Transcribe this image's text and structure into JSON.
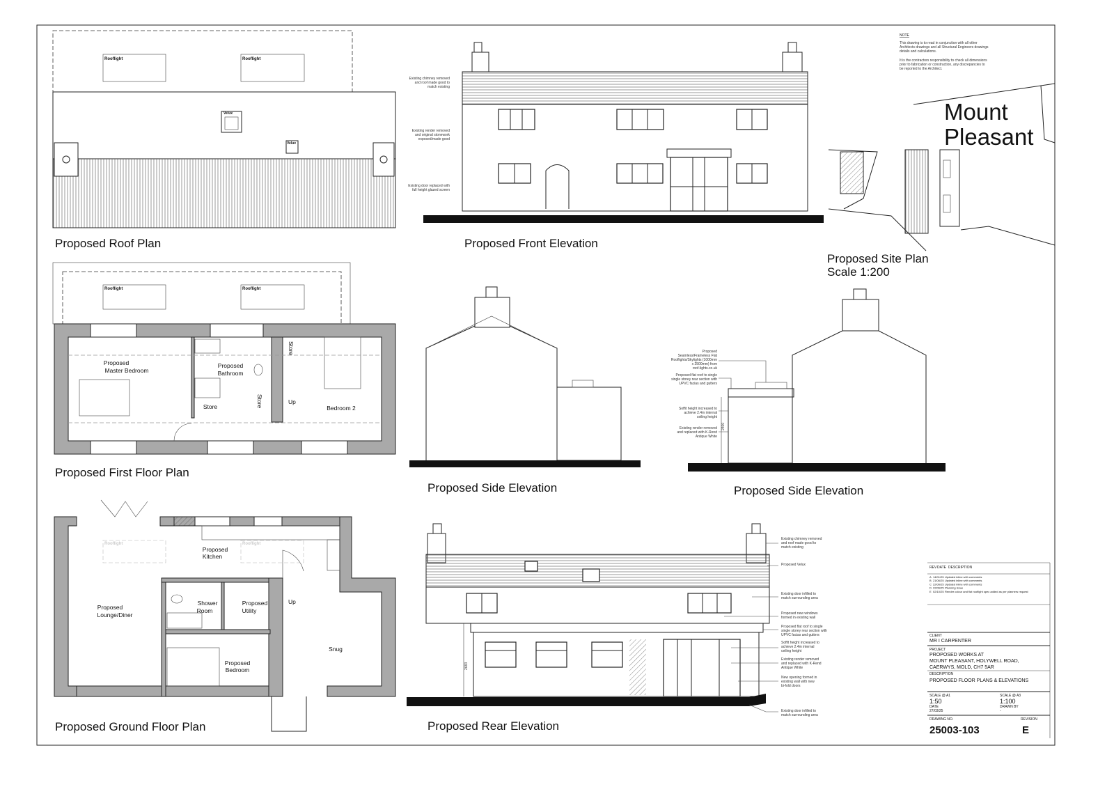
{
  "note": {
    "heading": "NOTE",
    "lines": [
      "This drawing is to read in conjunction with all other",
      "Architects drawings and all Structural Engineers drawings",
      "details and calculations.",
      "It is the contractors responsibility to check all dimensions",
      "prior to fabrication or construction, any discrepancies to",
      "be reported to the Architect."
    ]
  },
  "roof_plan": {
    "title": "Proposed Roof Plan",
    "rooflights": [
      "Rooflight",
      "Rooflight"
    ],
    "velux": [
      "Velux",
      "Velux"
    ]
  },
  "front_elevation": {
    "title": "Proposed Front Elevation",
    "annotations": [
      [
        "Existing chimney removed",
        "and roof made good to",
        "match existing"
      ],
      [
        "Existing render removed",
        "and original stonework",
        "exposed/made good"
      ],
      [
        "Existing door replaced with",
        "full height glazed screen"
      ]
    ]
  },
  "site_plan": {
    "place_name": [
      "Mount",
      "Pleasant"
    ],
    "title": "Proposed Site Plan",
    "scale": "Scale 1:200"
  },
  "first_floor_plan": {
    "title": "Proposed First Floor Plan",
    "rooflights": [
      "Rooflight",
      "Rooflight"
    ],
    "rooms": {
      "master_bedroom": [
        "Proposed",
        "Master Bedroom"
      ],
      "bathroom": [
        "Proposed",
        "Bathroom"
      ],
      "store_a": "Store",
      "store_b": "Store",
      "store_c": "Store",
      "up": "Up",
      "bedroom2": "Bedroom 2"
    }
  },
  "side_elevation_1": {
    "title": "Proposed Side Elevation"
  },
  "side_elevation_2": {
    "title": "Proposed Side Elevation",
    "annotations": [
      [
        "Proposed",
        "Seamless/Frameless Flat",
        "Rooflights/Skylights (1000mm",
        "x 2500mm) from",
        "roof-lights.co.uk"
      ],
      [
        "Proposed flat roof to single",
        "single storey rear section with",
        "UPVC facias and gutters"
      ],
      [
        "Soffit height increased to",
        "achieve 2.4m internal",
        "ceiling height"
      ],
      [
        "Existing render removed",
        "and replaced with K-Rend",
        "Antique White"
      ]
    ],
    "dimension": "2400"
  },
  "ground_floor_plan": {
    "title": "Proposed Ground Floor Plan",
    "rooms": {
      "kitchen": [
        "Proposed",
        "Kitchen"
      ],
      "lounge": [
        "Proposed",
        "Lounge/Diner"
      ],
      "shower": [
        "Shower",
        "Room"
      ],
      "utility": [
        "Proposed",
        "Utility"
      ],
      "up": "Up",
      "bedroom": [
        "Proposed",
        "Bedroom"
      ],
      "snug": "Snug"
    },
    "faint_rooflights": [
      "Rooflight",
      "Rooflight"
    ]
  },
  "rear_elevation": {
    "title": "Proposed Rear Elevation",
    "dimension": "2683",
    "annotations": [
      [
        "Existing chimney removed",
        "and roof made good to",
        "match existing"
      ],
      [
        "Proposed Velux"
      ],
      [
        "Existing door infilled to",
        "match surrounding area"
      ],
      [
        "Proposed new windows",
        "formed in existing wall"
      ],
      [
        "Proposed flat roof to single",
        "single storey rear section with",
        "UPVC facias and gutters"
      ],
      [
        "Soffit height increased to",
        "achieve 2.4m internal",
        "ceiling height"
      ],
      [
        "Existing render removed",
        "and replaced with K-Rend",
        "Antique White"
      ],
      [
        "New opening formed in",
        "existing wall with new",
        "bi-fold doors"
      ],
      [
        "Existing door infilled to",
        "match surrounding area"
      ]
    ]
  },
  "title_block": {
    "revision_header": [
      "REV",
      "DATE",
      "DESCRIPTION"
    ],
    "revisions": [
      {
        "rev": "A",
        "date": "14/01/25",
        "desc": "Updated inline with comments"
      },
      {
        "rev": "B",
        "date": "21/06/25",
        "desc": "Updated inline with comments"
      },
      {
        "rev": "C",
        "date": "22/06/25",
        "desc": "Updated inline with comments"
      },
      {
        "rev": "D",
        "date": "22/06/25",
        "desc": "Planning Issue"
      },
      {
        "rev": "E",
        "date": "02/10/25",
        "desc": "Render colour and flat rooflight spec added as per planners request"
      }
    ],
    "client_label": "CLIENT",
    "client": "MR I CARPENTER",
    "project_label": "PROJECT",
    "project": [
      "PROPOSED WORKS AT",
      "MOUNT PLEASANT, HOLYWELL ROAD,",
      "CAERWYS, MOLD, CH7 5AR"
    ],
    "description_label": "DESCRIPTION",
    "description": "PROPOSED FLOOR PLANS & ELEVATIONS",
    "scale_a1_label": "SCALE @ A1",
    "scale_a1": "1:50",
    "scale_a3_label": "SCALE @ A3",
    "scale_a3": "1:100",
    "date_label": "DATE",
    "date": "27/03/25",
    "drawn_by_label": "DRAWN BY",
    "drawn_by": "-",
    "drawing_no_label": "DRAWING NO.",
    "drawing_no": "25003-103",
    "revision_label": "REVISION",
    "revision": "E"
  }
}
